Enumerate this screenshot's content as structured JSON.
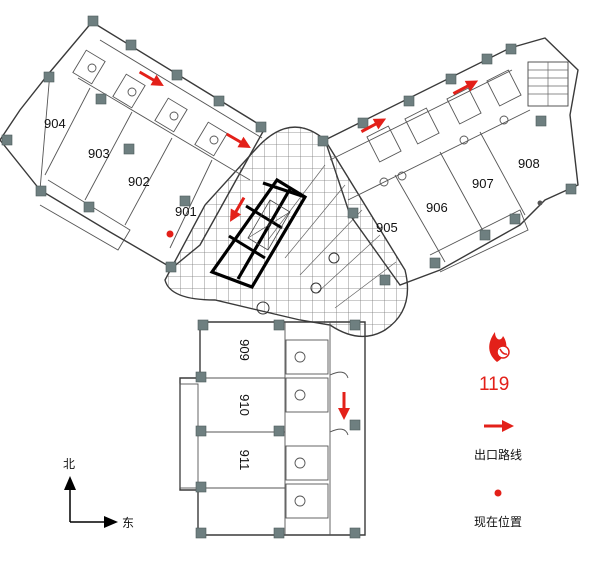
{
  "rooms": [
    {
      "id": "904",
      "label": "904"
    },
    {
      "id": "903",
      "label": "903"
    },
    {
      "id": "902",
      "label": "902"
    },
    {
      "id": "901",
      "label": "901"
    },
    {
      "id": "905",
      "label": "905"
    },
    {
      "id": "906",
      "label": "906"
    },
    {
      "id": "907",
      "label": "907"
    },
    {
      "id": "908",
      "label": "908"
    },
    {
      "id": "909",
      "label": "909"
    },
    {
      "id": "910",
      "label": "910"
    },
    {
      "id": "911",
      "label": "911"
    }
  ],
  "legend": {
    "emergency_number": "119",
    "exit_route_label": "出口路线",
    "current_location_label": "现在位置"
  },
  "compass": {
    "north_label": "北",
    "east_label": "东"
  },
  "colors": {
    "route": "#e32019",
    "column": "#6e7f80"
  }
}
